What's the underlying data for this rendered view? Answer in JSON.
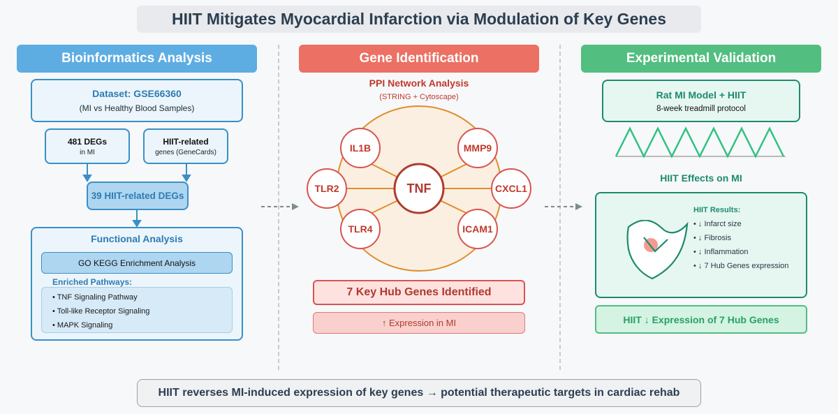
{
  "title": "HIIT Mitigates Myocardial Infarction via Modulation of Key Genes",
  "sections": {
    "bioinformatics": {
      "header": "Bioinformatics Analysis",
      "dataset": {
        "title": "Dataset: GSE66360",
        "subtitle": "(MI vs Healthy Blood Samples)"
      },
      "degs": {
        "title": "481 DEGs",
        "subtitle": "in MI"
      },
      "hiit_genes": {
        "title": "HIIT-related",
        "subtitle": "genes (GeneCards)"
      },
      "intersection": "39 HIIT-related DEGs",
      "functional": {
        "title": "Functional Analysis",
        "enrichment": "GO KEGG Enrichment Analysis",
        "pathways_label": "Enriched Pathways:",
        "pathways": [
          "• TNF Signaling Pathway",
          "• Toll-like Receptor Signaling",
          "• MAPK Signaling"
        ]
      }
    },
    "gene_identification": {
      "header": "Gene Identification",
      "ppi_title": "PPI Network Analysis",
      "ppi_subtitle": "(STRING + Cytoscape)",
      "hub_center": "TNF",
      "hub_genes": [
        "IL1B",
        "MMP9",
        "TLR2",
        "CXCL1",
        "TLR4",
        "ICAM1"
      ],
      "key_hubs": "7 Key Hub Genes Identified",
      "expression": "↑ Expression in MI"
    },
    "experimental": {
      "header": "Experimental Validation",
      "model": {
        "title": "Rat MI Model + HIIT",
        "subtitle": "8-week treadmill protocol"
      },
      "intervals": 6,
      "effects_title": "HIIT Effects on MI",
      "results_title": "HIIT Results:",
      "results": [
        "• ↓ Infarct size",
        "• ↓ Fibrosis",
        "• ↓ Inflammation",
        "• ↓ 7 Hub Genes expression"
      ],
      "summary": "HIIT ↓ Expression of 7 Hub Genes"
    }
  },
  "conclusion": "HIIT reverses MI-induced expression of key genes → potential therapeutic targets in cardiac rehab",
  "colors": {
    "bioinformatics": "#5dade2",
    "gene_identification": "#ec7063",
    "experimental": "#52be80"
  }
}
